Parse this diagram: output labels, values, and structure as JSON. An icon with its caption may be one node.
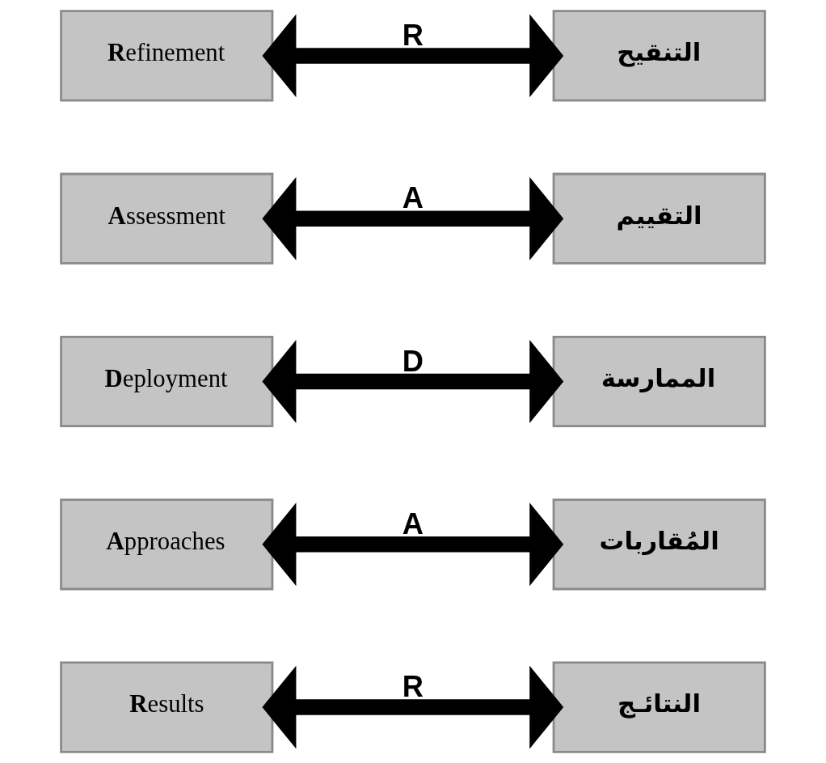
{
  "diagram": {
    "nodes": [
      {
        "text": [
          "**R**esults"
        ]
      },
      {
        "text": [
          "النتائـج"
        ]
      },
      {
        "text": [
          "**A**pproaches"
        ]
      },
      {
        "text": [
          "المُقاربات"
        ]
      },
      {
        "text": [
          "**D**eployment"
        ]
      },
      {
        "text": [
          "الممارسة"
        ]
      },
      {
        "text": [
          "**A**ssessment"
        ]
      },
      {
        "text": [
          "التقييم"
        ]
      },
      {
        "text": [
          "**R**efinement"
        ]
      },
      {
        "text": [
          "التنقيح"
        ]
      }
    ],
    "edges": [
      {
        "from": 0,
        "to": 1,
        "arrow": "both",
        "label": "R"
      },
      {
        "from": 2,
        "to": 3,
        "arrow": "both",
        "label": "A"
      },
      {
        "from": 4,
        "to": 5,
        "arrow": "both",
        "label": "D"
      },
      {
        "from": 6,
        "to": 7,
        "arrow": "both",
        "label": "A"
      },
      {
        "from": 8,
        "to": 9,
        "arrow": "both",
        "label": "R"
      }
    ]
  }
}
